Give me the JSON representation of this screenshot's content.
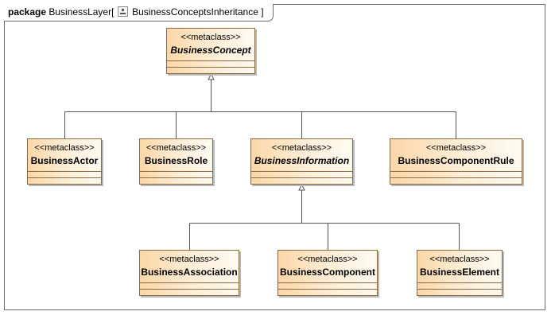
{
  "frame": {
    "keyword": "package",
    "package_name": "BusinessLayer[",
    "diagram_icon": "class-diagram-icon",
    "diagram_name": "BusinessConceptsInheritance ]"
  },
  "classes": [
    {
      "id": "business-concept",
      "stereotype": "<<metaclass>>",
      "name": "BusinessConcept",
      "abstract": true
    },
    {
      "id": "business-actor",
      "stereotype": "<<metaclass>>",
      "name": "BusinessActor",
      "abstract": false
    },
    {
      "id": "business-role",
      "stereotype": "<<metaclass>>",
      "name": "BusinessRole",
      "abstract": false
    },
    {
      "id": "business-information",
      "stereotype": "<<metaclass>>",
      "name": "BusinessInformation",
      "abstract": true
    },
    {
      "id": "business-component-rule",
      "stereotype": "<<metaclass>>",
      "name": "BusinessComponentRule",
      "abstract": false
    },
    {
      "id": "business-association",
      "stereotype": "<<metaclass>>",
      "name": "BusinessAssociation",
      "abstract": false
    },
    {
      "id": "business-component",
      "stereotype": "<<metaclass>>",
      "name": "BusinessComponent",
      "abstract": false
    },
    {
      "id": "business-element",
      "stereotype": "<<metaclass>>",
      "name": "BusinessElement",
      "abstract": false
    }
  ],
  "generalizations": [
    {
      "child": "BusinessActor",
      "parent": "BusinessConcept"
    },
    {
      "child": "BusinessRole",
      "parent": "BusinessConcept"
    },
    {
      "child": "BusinessInformation",
      "parent": "BusinessConcept"
    },
    {
      "child": "BusinessComponentRule",
      "parent": "BusinessConcept"
    },
    {
      "child": "BusinessAssociation",
      "parent": "BusinessInformation"
    },
    {
      "child": "BusinessComponent",
      "parent": "BusinessInformation"
    },
    {
      "child": "BusinessElement",
      "parent": "BusinessInformation"
    }
  ],
  "colors": {
    "class_fill_start": "#fbd7a8",
    "class_fill_end": "#fffaf1",
    "class_border": "#8c6a3e",
    "edge": "#555555"
  }
}
